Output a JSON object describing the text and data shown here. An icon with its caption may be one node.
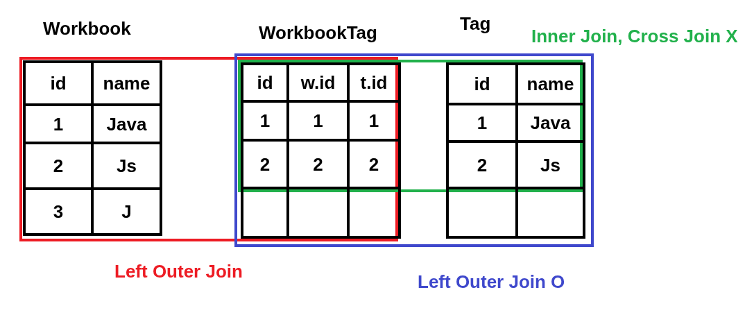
{
  "diagram": {
    "nodes": [
      {
        "text": [],
        "shape": "box",
        "beside": [
          "Left Outer Join"
        ]
      },
      {
        "text": [
          "Workbook",
          "id",
          "name",
          "1",
          "Java",
          "2",
          "Js",
          "3",
          "J"
        ]
      },
      {
        "text": [],
        "shape": "box",
        "beside": [
          "Left Outer Join O"
        ]
      },
      {
        "text": [
          "WorkbookTag",
          "id",
          "w.id",
          "t.id",
          "1",
          "1",
          "1",
          "2",
          "2",
          "2"
        ]
      },
      {
        "text": [],
        "shape": "box",
        "in": 2
      },
      {
        "text": [
          "Tag",
          "id",
          "name",
          "1",
          "Java",
          "2",
          "Js"
        ]
      }
    ],
    "labels": [
      "Inner Join, Cross Join X"
    ]
  }
}
